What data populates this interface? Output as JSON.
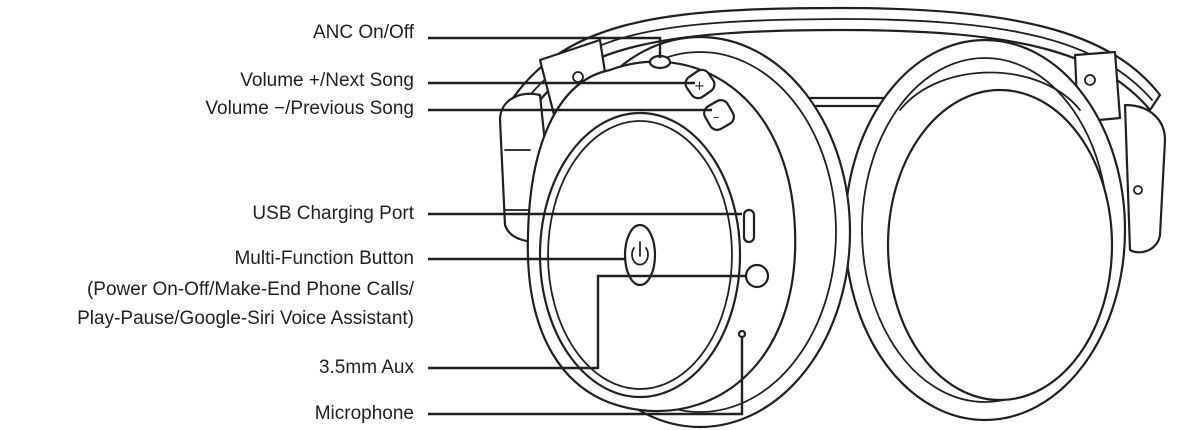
{
  "labels": {
    "anc": "ANC On/Off",
    "vol_up": "Volume +/Next Song",
    "vol_down": "Volume −/Previous Song",
    "usb": "USB Charging Port",
    "mfb_title": "Multi-Function Button",
    "mfb_line2": "(Power On-Off/Make-End Phone Calls/",
    "mfb_line3": "Play-Pause/Google-Siri Voice Assistant)",
    "aux": "3.5mm Aux",
    "mic": "Microphone"
  },
  "colors": {
    "ink": "#231f20",
    "background": "#ffffff"
  },
  "icons": [
    "power-icon",
    "plus-icon",
    "minus-icon"
  ]
}
